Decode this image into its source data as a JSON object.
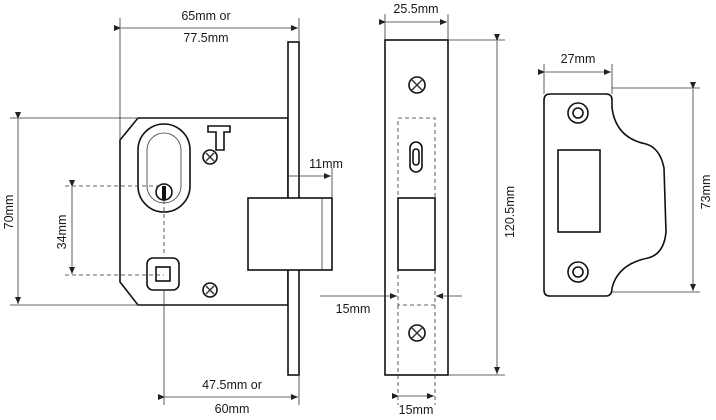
{
  "labels": {
    "case_width": "65mm or",
    "case_width_alt": "77.5mm",
    "backset": "47.5mm or",
    "backset_alt": "60mm",
    "bolt_throw": "11mm",
    "case_height": "70mm",
    "centres": "34mm",
    "faceplate_width": "25.5mm",
    "faceplate_height": "120.5mm",
    "bolt_width": "15mm",
    "bolt_width_bottom": "15mm",
    "keep_width": "27mm",
    "keep_height": "73mm"
  },
  "colors": {
    "line": "#111111",
    "text": "#1a1a1a",
    "background": "#ffffff"
  }
}
